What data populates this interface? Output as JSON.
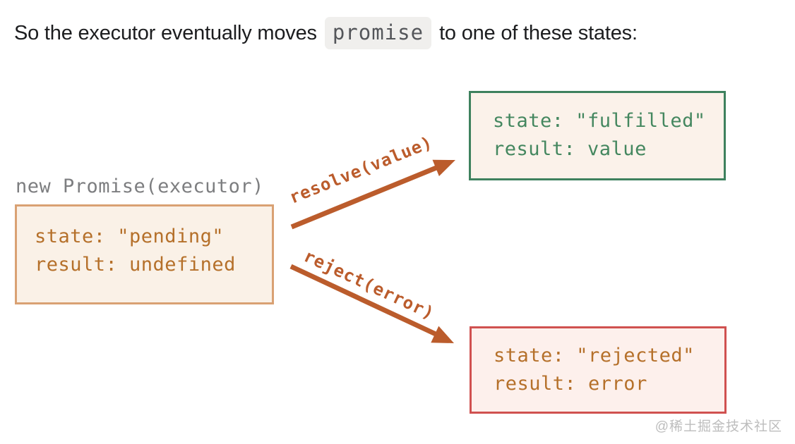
{
  "heading": {
    "text_before": "So the executor eventually moves",
    "code_chip": "promise",
    "text_after": "to one of these states:"
  },
  "diagram": {
    "constructor_label": "new Promise(executor)",
    "pending_box": {
      "state_line": "state: \"pending\"",
      "result_line": "result: undefined"
    },
    "fulfilled_box": {
      "state_line": "state: \"fulfilled\"",
      "result_line": "result: value"
    },
    "rejected_box": {
      "state_line": "state: \"rejected\"",
      "result_line": "result: error"
    },
    "resolve_arrow_label": "resolve(value)",
    "reject_arrow_label": "reject(error)"
  },
  "watermark": "@稀土掘金技术社区",
  "colors": {
    "page-bg": "#ffffff",
    "heading-text": "#1c1d1f",
    "code-chip-bg": "#f0efed",
    "code-chip-text": "#54565a",
    "constructor-label": "#7d7e80",
    "pending-border": "#d9a173",
    "pending-bg": "#faf1e7",
    "pending-text": "#b5702a",
    "fulfilled-border": "#3e815e",
    "fulfilled-bg": "#fbf2ea",
    "fulfilled-text": "#44875f",
    "rejected-border": "#d05150",
    "rejected-bg": "#fdf0ec",
    "rejected-text": "#b5702a",
    "arrow": "#bb5c2c",
    "watermark-text": "#bdbdbd"
  }
}
